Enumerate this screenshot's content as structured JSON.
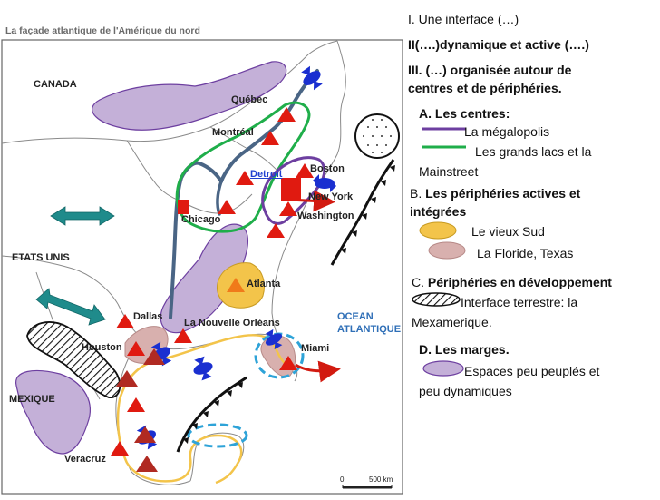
{
  "map": {
    "title": "La façade atlantique de l'Amérique du nord",
    "labels": {
      "canada": "CANADA",
      "etats_unis": "ETATS UNIS",
      "mexique": "MEXIQUE",
      "quebec": "Québec",
      "montreal": "Montréal",
      "detroit": "Detroit",
      "boston": "Boston",
      "new_york": "New York",
      "washington": "Washington",
      "chicago": "Chicago",
      "atlanta": "Atlanta",
      "dallas": "Dallas",
      "la_nouvelle_orleans": "La Nouvelle Orléans",
      "houston": "Houston",
      "miami": "Miami",
      "veracruz": "Veracruz",
      "ocean_line1": "OCEAN",
      "ocean_line2": "ATLANTIQUE"
    },
    "scale": {
      "start": "0",
      "end": "500 km"
    },
    "colors": {
      "megalopolis": "#6d3fa0",
      "great_lakes": "#1fae4a",
      "vieux_sud": "#f3c44a",
      "floride_texas": "#d2a4a4",
      "marges": "#b9a2cf",
      "cities": "#e01a10",
      "rivers": "#4a6585",
      "arrows": "#1f8b8b",
      "flows": "#1a2fd0",
      "circle": "#2ea3d8",
      "coast": "#888888"
    },
    "icons": [
      "city-triangle-icon",
      "metropolis-square-icon",
      "exchange-flow-icon",
      "double-arrow-icon",
      "front-line-icon",
      "hatched-interface-icon"
    ]
  },
  "legend": {
    "line1": "I. Une interface (…)",
    "line2": "II(….)dynamique et active (….)",
    "line3": "III. (…) organisée autour de",
    "line4": "centres et de périphéries.",
    "section_a": "A.   Les centres:",
    "megalopolis": "La mégalopolis",
    "great_lakes_1": "Les grands lacs et la",
    "great_lakes_2": "Mainstreet",
    "section_b_prefix": "B. ",
    "section_b_bold": "Les périphéries actives et",
    "section_b_line2": "intégrées",
    "vieux_sud": "Le vieux Sud",
    "floride_texas": "La Floride, Texas",
    "section_c_prefix": "C. ",
    "section_c_bold": "Périphéries en développement",
    "interface_1": "Interface terrestre: la",
    "interface_2": "Mexamerique.",
    "section_d": "D. Les marges.",
    "marges_1": "Espaces peu peuplés et",
    "marges_2": "peu dynamiques"
  }
}
